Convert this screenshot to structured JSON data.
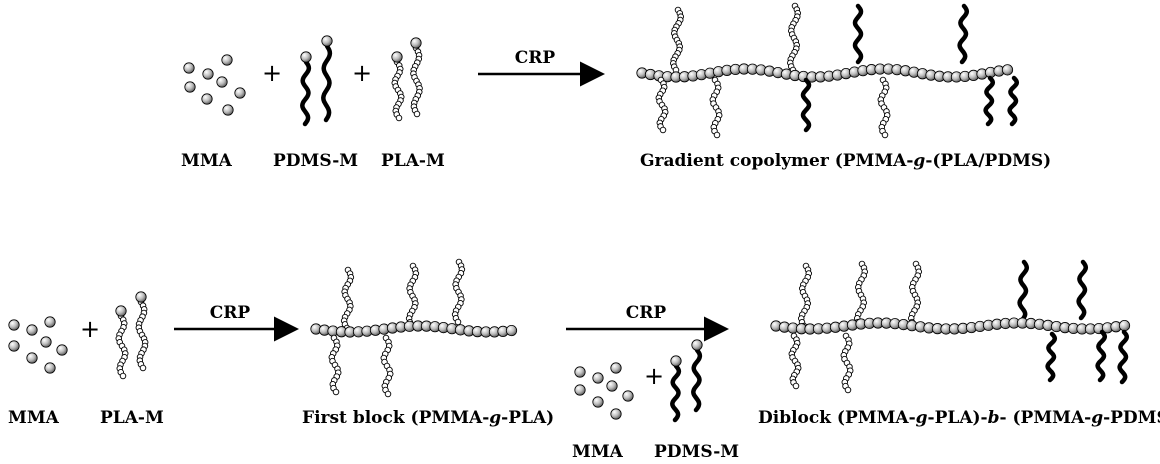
{
  "row1": {
    "monomer_mma": "MMA",
    "macromonomer_pdms": "PDMS-M",
    "macromonomer_pla": "PLA-M",
    "plus": "+",
    "arrow_label": "CRP",
    "product_label_prefix": "Gradient copolymer (PMMA-",
    "product_label_g": "g",
    "product_label_suffix": "-(PLA/PDMS)"
  },
  "row2": {
    "monomer_mma": "MMA",
    "macromonomer_pla": "PLA-M",
    "plus": "+",
    "arrow1_label": "CRP",
    "intermediate_label_prefix": "First block (PMMA-",
    "intermediate_label_g": "g",
    "intermediate_label_suffix": "-PLA)",
    "arrow2_label": "CRP",
    "reagent_mma": "MMA",
    "reagent_pdms": "PDMS-M",
    "product_label_p1": "Diblock (PMMA-",
    "product_label_g1": "g",
    "product_label_p2": "-PLA)-",
    "product_label_b": "b",
    "product_label_p3": "- (PMMA-",
    "product_label_g2": "g",
    "product_label_p4": "-PDMS)"
  },
  "colors": {
    "ink": "#000000",
    "bead_fill": "#bdbdbd",
    "bead_highlight": "#ffffff"
  }
}
